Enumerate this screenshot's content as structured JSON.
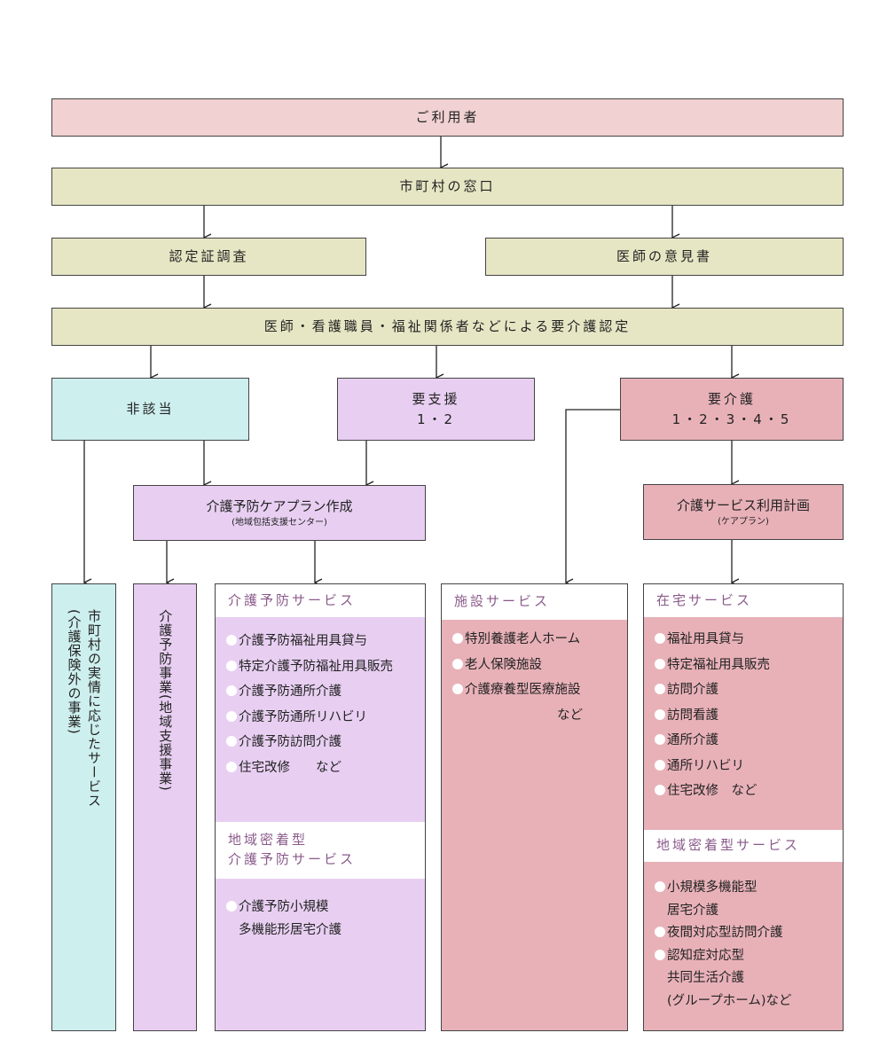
{
  "user": "ご利用者",
  "window": "市町村の窓口",
  "survey": "認定証調査",
  "doctor_opinion": "医師の意見書",
  "certification": "医師・看護職員・福祉関係者などによる要介護認定",
  "not_applicable": "非該当",
  "support_needed": {
    "title": "要支援",
    "levels": "1・2"
  },
  "care_needed": {
    "title": "要介護",
    "levels": "1・2・3・4・5"
  },
  "prevention_plan": {
    "title": "介護予防ケアプラン作成",
    "sub": "(地域包括支援センター)"
  },
  "care_plan": {
    "title": "介護サービス利用計画",
    "sub": "(ケアプラン)"
  },
  "municipal_services": {
    "line1": "市町村の実情に応じたサービス",
    "line2": "(介護保険外の事業)"
  },
  "prevention_project": "介護予防事業(地域支援事業)",
  "prevention_services": {
    "header": "介護予防サービス",
    "items": [
      "介護予防福祉用具貸与",
      "特定介護予防福祉用具販売",
      "介護予防通所介護",
      "介護予防通所リハビリ",
      "介護予防訪問介護",
      "住宅改修　　など"
    ],
    "community_header_line1": "地域密着型",
    "community_header_line2": "介護予防サービス",
    "community_item_line1": "介護予防小規模",
    "community_item_line2": "多機能形居宅介護"
  },
  "facility_services": {
    "header": "施設サービス",
    "items": [
      "特別養護老人ホーム",
      "老人保険施設",
      "介護療養型医療施設"
    ],
    "note": "など"
  },
  "home_services": {
    "header": "在宅サービス",
    "items": [
      "福祉用具貸与",
      "特定福祉用具販売",
      "訪問介護",
      "訪問看護",
      "通所介護",
      "通所リハビリ",
      "住宅改修　など"
    ],
    "community_header": "地域密着型サービス",
    "community": {
      "item1_line1": "小規模多機能型",
      "item1_line2": "居宅介護",
      "item2": "夜間対応型訪問介護",
      "item3_line1": "認知症対応型",
      "item3_line2": "共同生活介護",
      "item3_line3": "(グループホーム)など"
    }
  }
}
